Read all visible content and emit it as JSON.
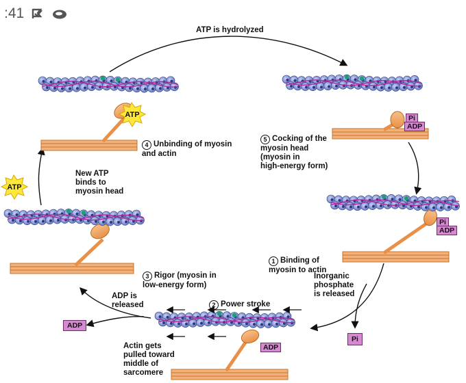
{
  "status": {
    "time": ":41",
    "icons": [
      "check-flag-icon",
      "cloud-icon"
    ]
  },
  "labels": {
    "atp_hydrolyzed": "ATP is hydrolyzed",
    "step4": {
      "num": "4",
      "text": "Unbinding of myosin\nand actin"
    },
    "step5": {
      "num": "5",
      "text": "Cocking of the\nmyosin head\n(myosin in\nhigh-energy form)"
    },
    "step1": {
      "num": "1",
      "text": "Binding of\nmyosin to actin"
    },
    "step2": {
      "num": "2",
      "text": "Power stroke"
    },
    "step3": {
      "num": "3",
      "text": "Rigor (myosin in\nlow-energy form)"
    },
    "new_atp": "New ATP\nbinds to\nmyosin head",
    "inorganic": "Inorganic\nphosphate\nis released",
    "adp_released": "ADP is\nreleased",
    "actin_pulled": "Actin gets\npulled toward\nmiddle of\nsarcomere"
  },
  "tags": {
    "atp_top": "ATP",
    "atp_left": "ATP",
    "pi_top": "Pi",
    "adp_top": "ADP",
    "pi_right": "Pi",
    "adp_right": "ADP",
    "adp_bottom": "ADP",
    "adp_free": "ADP",
    "pi_free": "Pi"
  },
  "colors": {
    "actin_bead": "#7f8fd6",
    "actin_dark": "#2b3a7a",
    "tropomyosin": "#b0289c",
    "troponin": "#1e9e78",
    "myosin": "#f2a55e",
    "myosin_edge": "#b8691f",
    "atp_burst": "#ffe83a"
  }
}
